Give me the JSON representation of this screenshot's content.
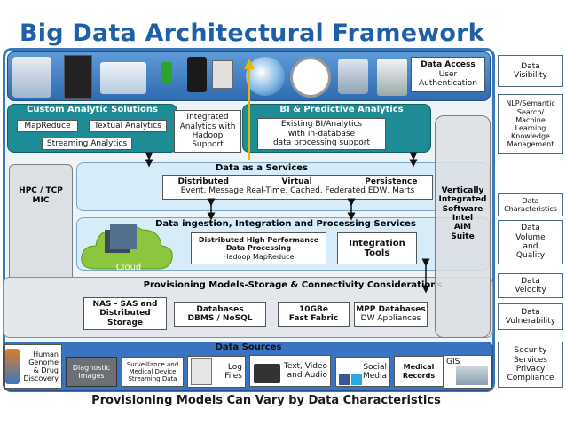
{
  "title": "Big Data Architectural Framework",
  "footer": "Provisioning Models Can Vary by Data Characteristics",
  "data_access": {
    "title": "Data Access",
    "line1": "User",
    "line2": "Authentication"
  },
  "custom_analytic": {
    "title": "Custom  Analytic Solutions",
    "mapreduce": "MapReduce",
    "textual": "Textual Analytics",
    "streaming": "Streaming Analytics"
  },
  "integrated_analytics": {
    "line1": "Integrated",
    "line2": "Analytics with",
    "line3": "Hadoop",
    "line4": "Support"
  },
  "bi_predictive": {
    "title": "BI & Predictive Analytics",
    "line1": "Existing BI/Analytics",
    "line2": "with in-database",
    "line3": "data processing support"
  },
  "hpc": {
    "line1": "HPC / TCP",
    "line2": "MIC"
  },
  "daas": {
    "title": "Data as a Services",
    "h1": "Distributed",
    "h2": "Virtual",
    "h3": "Persistence",
    "sub": "Event, Message Real-Time, Cached, Federated EDW, Marts"
  },
  "vertical": {
    "line1": "Vertically",
    "line2": "Integrated",
    "line3": "Software",
    "line4": "Intel",
    "line5": "AIM",
    "line6": "Suite"
  },
  "ingestion": {
    "title": "Data ingestion, Integration and Processing Services",
    "dist_title1": "Distributed High Performance",
    "dist_title2": "Data Processing",
    "dist_sub": "Hadoop MapReduce",
    "tm": "*",
    "integ1": "Integration",
    "integ2": "Tools"
  },
  "cloud": {
    "label": "Cloud"
  },
  "provisioning": {
    "title": "Provisioning Models-Storage & Connectivity Considerations",
    "nas1": "NAS - SAS and",
    "nas2": "Distributed",
    "nas3": "Storage",
    "db1": "Databases",
    "db2": "DBMS / NoSQL",
    "gbe1": "10GBe",
    "gbe2": "Fast Fabric",
    "mpp1": "MPP Databases",
    "mpp2": "DW  Appliances"
  },
  "data_sources": {
    "title": "Data Sources",
    "human1": "Human",
    "human2": "Genome",
    "human3": "& Drug",
    "human4": "Discovery",
    "diag1": "Diagnostic",
    "diag2": "Images",
    "surv1": "Surveillance and",
    "surv2": "Medical Device",
    "surv3": "Streaming Data",
    "log1": "Log",
    "log2": "Files",
    "text1": "Text, Video",
    "text2": "and Audio",
    "social1": "Social",
    "social2": "Media",
    "med1": "Medical",
    "med2": "Records",
    "gis": "GIS"
  },
  "right_labels": {
    "visibility1": "Data",
    "visibility2": "Visibility",
    "nlp1": "NLP/Semantic",
    "nlp2": "Search/",
    "nlp3": "Machine",
    "nlp4": "Learning",
    "nlp5": "Knowledge",
    "nlp6": "Management",
    "char1": "Data",
    "char2": "Characteristics",
    "vol1": "Data",
    "vol2": "Volume",
    "vol3": "and",
    "vol4": "Quality",
    "vel1": "Data",
    "vel2": "Velocity",
    "vul1": "Data",
    "vul2": "Vulnerability",
    "sec1": "Security",
    "sec2": "Services",
    "sec3": "Privacy",
    "sec4": "Compliance"
  },
  "colors": {
    "title_blue": "#1f5fa8",
    "teal": "#1e8c96",
    "light_blue": "#cfe8f6",
    "band_gray": "#e3e6ea",
    "dark_text": "#111111"
  }
}
